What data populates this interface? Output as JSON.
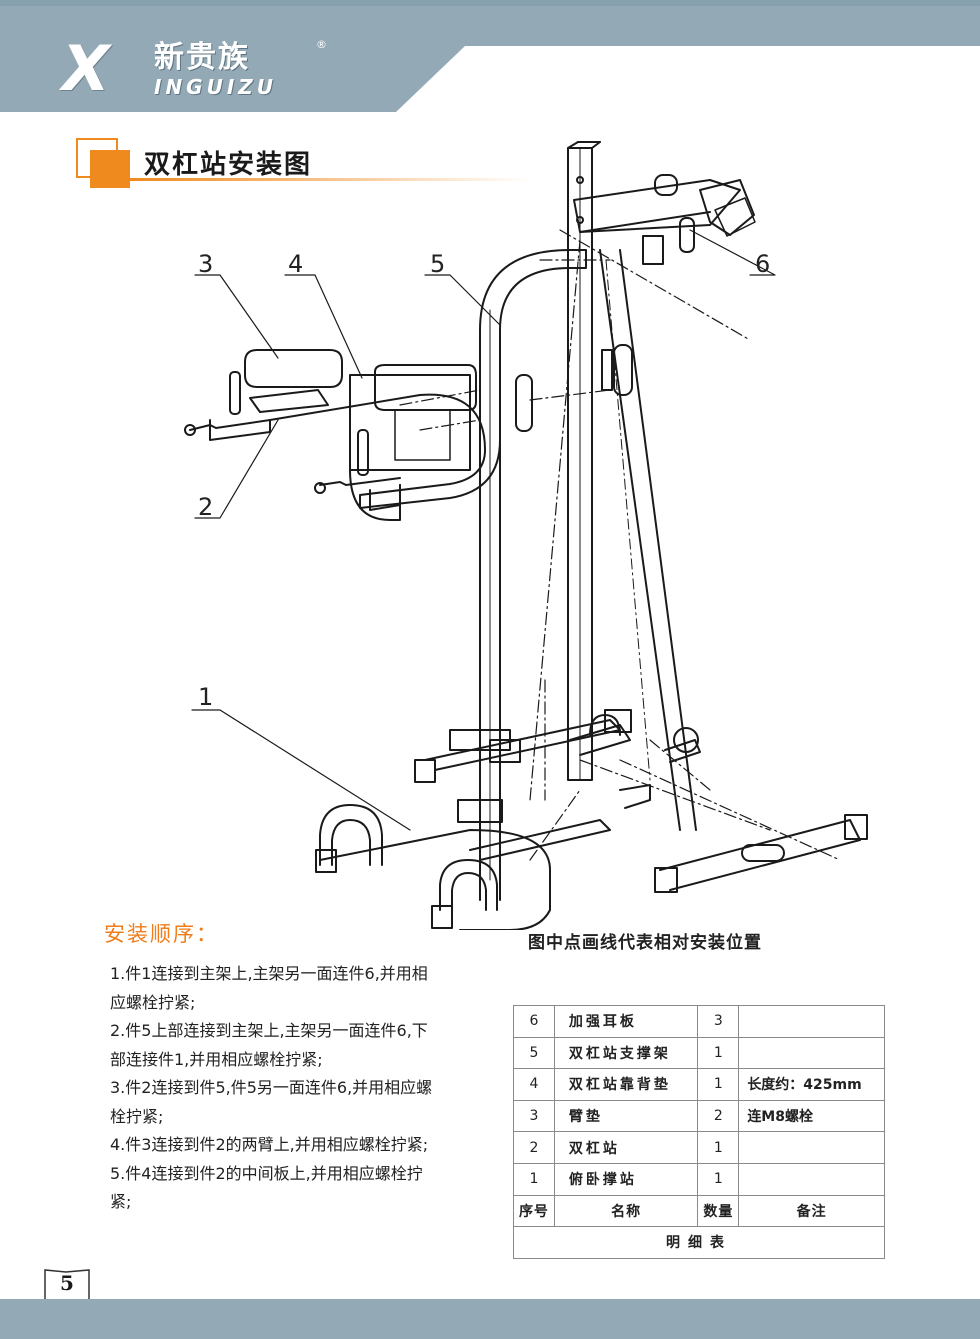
{
  "brand": {
    "logo_mark": "X",
    "name_cn": "新贵族",
    "registered": "®",
    "name_en": "INGUIZU"
  },
  "colors": {
    "header_band": "#93a9b6",
    "accent_orange": "#ef8a1e",
    "footer_band": "#93a9b6"
  },
  "title": "双杠站安装图",
  "diagram": {
    "callouts": [
      "1",
      "2",
      "3",
      "4",
      "5",
      "6"
    ],
    "note": "图中点画线代表相对安装位置"
  },
  "steps": {
    "title": "安装顺序：",
    "items": [
      "1.件1连接到主架上,主架另一面连件6,并用相应螺栓拧紧;",
      "2.件5上部连接到主架上,主架另一面连件6,下部连接件1,并用相应螺栓拧紧;",
      "3.件2连接到件5,件5另一面连件6,并用相应螺栓拧紧;",
      "4.件3连接到件2的两臂上,并用相应螺栓拧紧;",
      "5.件4连接到件2的中间板上,并用相应螺栓拧紧;"
    ]
  },
  "parts_table": {
    "rows": [
      {
        "no": "6",
        "name": "加强耳板",
        "qty": "3",
        "remark": ""
      },
      {
        "no": "5",
        "name": "双杠站支撑架",
        "qty": "1",
        "remark": ""
      },
      {
        "no": "4",
        "name": "双杠站靠背垫",
        "qty": "1",
        "remark": "长度约：425mm"
      },
      {
        "no": "3",
        "name": "臂垫",
        "qty": "2",
        "remark": "连M8螺栓"
      },
      {
        "no": "2",
        "name": "双杠站",
        "qty": "1",
        "remark": ""
      },
      {
        "no": "1",
        "name": "俯卧撑站",
        "qty": "1",
        "remark": ""
      }
    ],
    "header": {
      "no": "序号",
      "name": "名称",
      "qty": "数量",
      "remark": "备注"
    },
    "footer": "明细表"
  },
  "page_number": "5"
}
